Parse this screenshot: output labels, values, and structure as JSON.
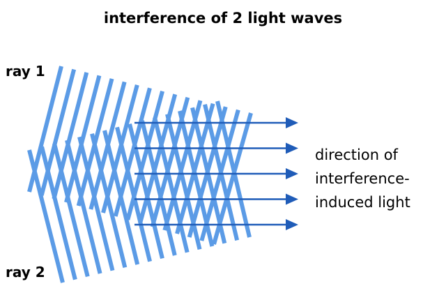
{
  "title": "interference of 2 light waves",
  "labels": {
    "ray1": "ray 1",
    "ray2": "ray 2"
  },
  "caption": {
    "lines": [
      "direction of",
      "interference-",
      "induced light"
    ]
  },
  "colors": {
    "wave": "#5b9be6",
    "arrow": "#1f5cb8",
    "text": "#000000"
  },
  "diagram": {
    "ray1_wavefronts": 16,
    "ray2_wavefronts": 16,
    "arrow_count": 5,
    "icon": "arrow-right-icon"
  }
}
